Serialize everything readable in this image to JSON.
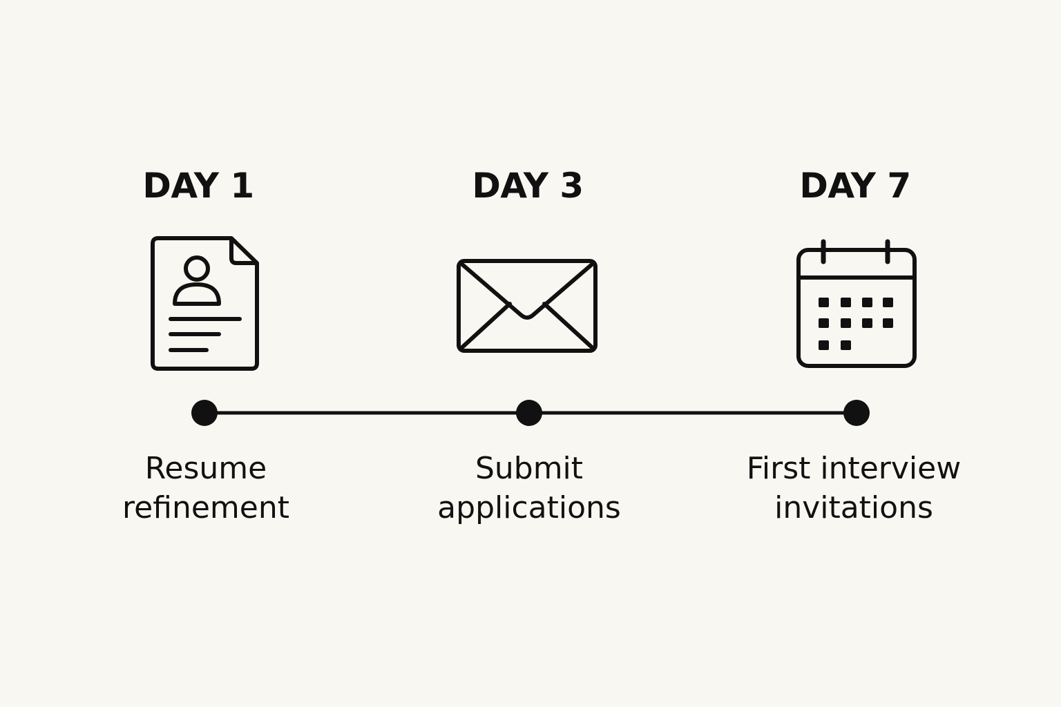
{
  "timeline": {
    "steps": [
      {
        "day": "DAY 1",
        "icon": "resume-document-icon",
        "caption_line1": "Resume",
        "caption_line2": "refinement"
      },
      {
        "day": "DAY 3",
        "icon": "envelope-icon",
        "caption_line1": "Submit",
        "caption_line2": "applications"
      },
      {
        "day": "DAY 7",
        "icon": "calendar-icon",
        "caption_line1": "First interview",
        "caption_line2": "invitations"
      }
    ]
  },
  "colors": {
    "background": "#f9f7f2",
    "ink": "#111111"
  }
}
